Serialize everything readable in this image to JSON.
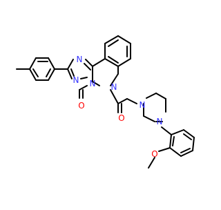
{
  "molecule": {
    "atom_labels": {
      "n_triazole_top": "N",
      "n_triazole_left": "N",
      "n_triazole_bridge": "N",
      "n_quinazoline": "N",
      "o_carbonyl_ring": "O",
      "o_carbonyl_chain": "O",
      "n_piperazine_1": "N",
      "n_piperazine_4": "N",
      "o_methoxy": "O"
    },
    "colors": {
      "bond": "#000000",
      "nitrogen": "#3333ff",
      "oxygen": "#ff0000",
      "background": "#ffffff"
    }
  }
}
